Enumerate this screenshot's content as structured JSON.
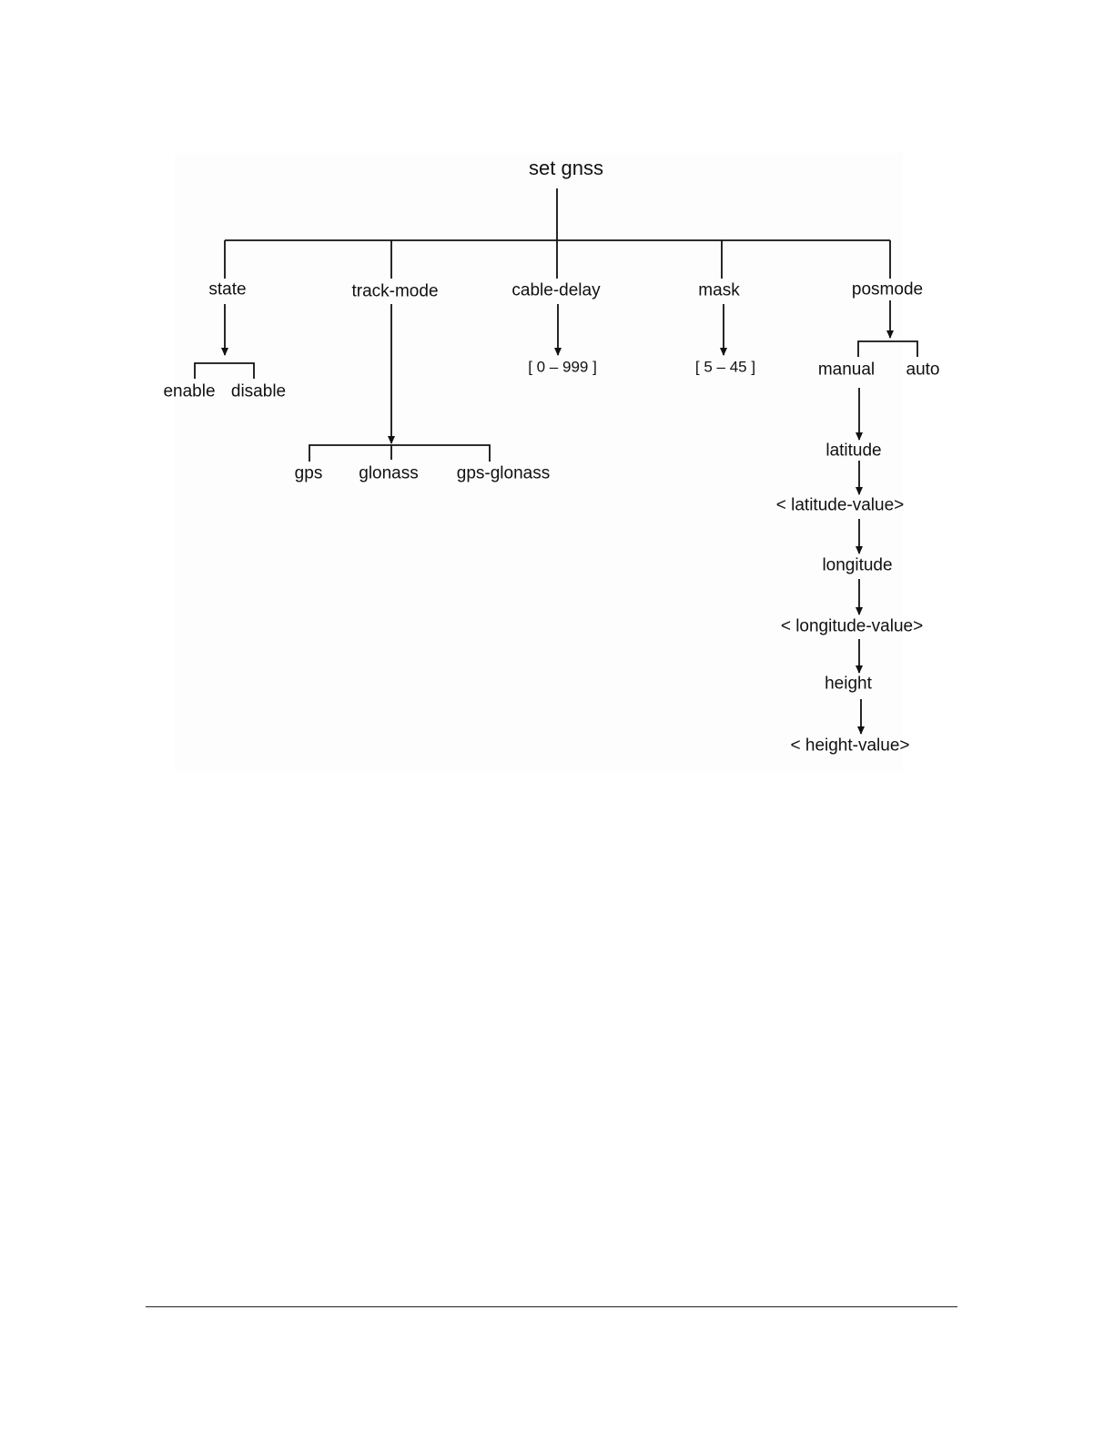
{
  "diagram": {
    "root": "set gnss",
    "nodes": {
      "state": "state",
      "enable": "enable",
      "disable": "disable",
      "track_mode": "track-mode",
      "gps": "gps",
      "glonass": "glonass",
      "gps_glonass": "gps-glonass",
      "cable_delay": "cable-delay",
      "cable_delay_range": "[ 0 – 999 ]",
      "mask": "mask",
      "mask_range": "[ 5 – 45 ]",
      "posmode": "posmode",
      "manual": "manual",
      "auto": "auto",
      "latitude": "latitude",
      "latitude_value": "< latitude-value>",
      "longitude": "longitude",
      "longitude_value": "< longitude-value>",
      "height": "height",
      "height_value": "< height-value>"
    }
  }
}
